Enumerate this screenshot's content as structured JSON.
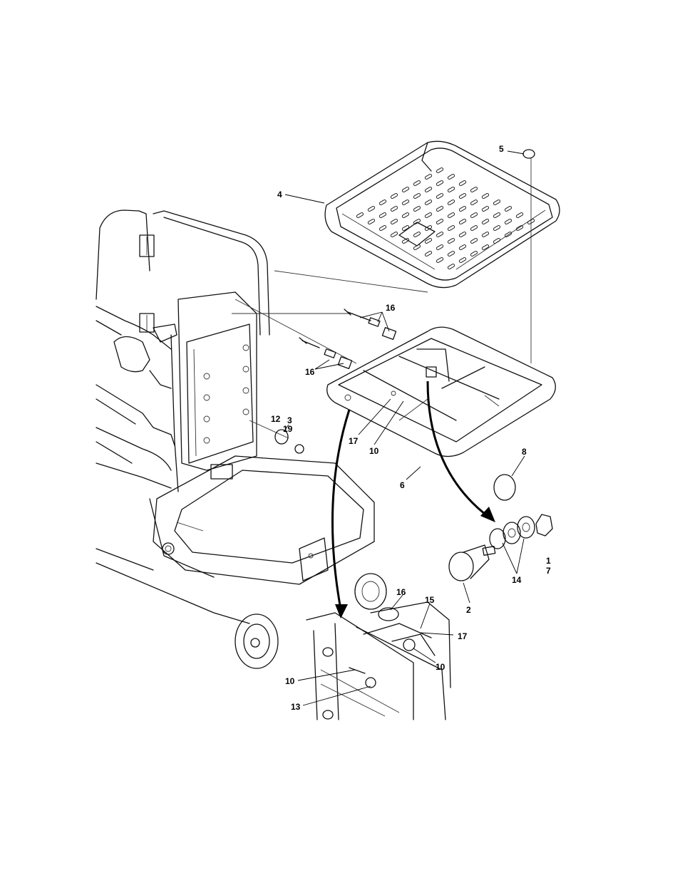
{
  "callouts": {
    "c1": "1",
    "c2": "2",
    "c3": "3",
    "c4": "4",
    "c5": "5",
    "c6": "6",
    "c7": "7",
    "c8": "8",
    "c10a": "10",
    "c10b": "10",
    "c10c": "10",
    "c12": "12",
    "c13": "13",
    "c14": "14",
    "c15": "15",
    "c16a": "16",
    "c16b": "16",
    "c16c": "16",
    "c17a": "17",
    "c17b": "17",
    "c19": "19"
  }
}
